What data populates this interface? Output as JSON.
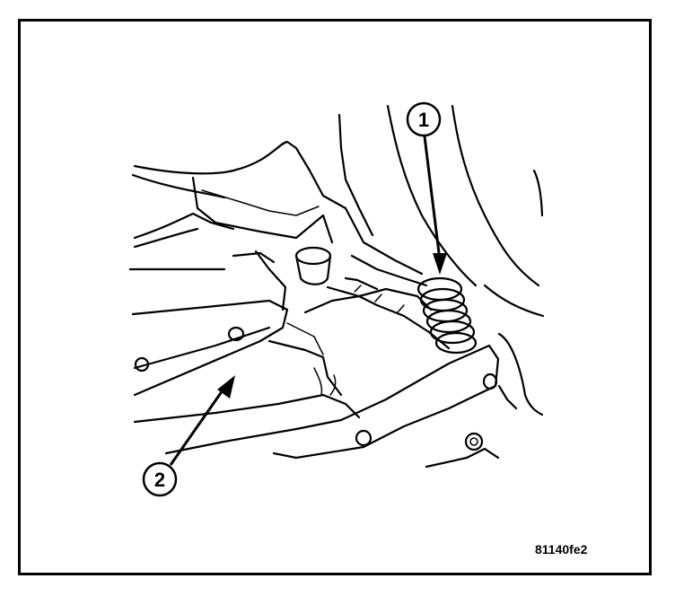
{
  "callouts": [
    {
      "number": "1",
      "target": "spring"
    },
    {
      "number": "2",
      "target": "oil-pan"
    }
  ],
  "figure_id": "81140fe2",
  "colors": {
    "line": "#000000",
    "background": "#ffffff"
  }
}
